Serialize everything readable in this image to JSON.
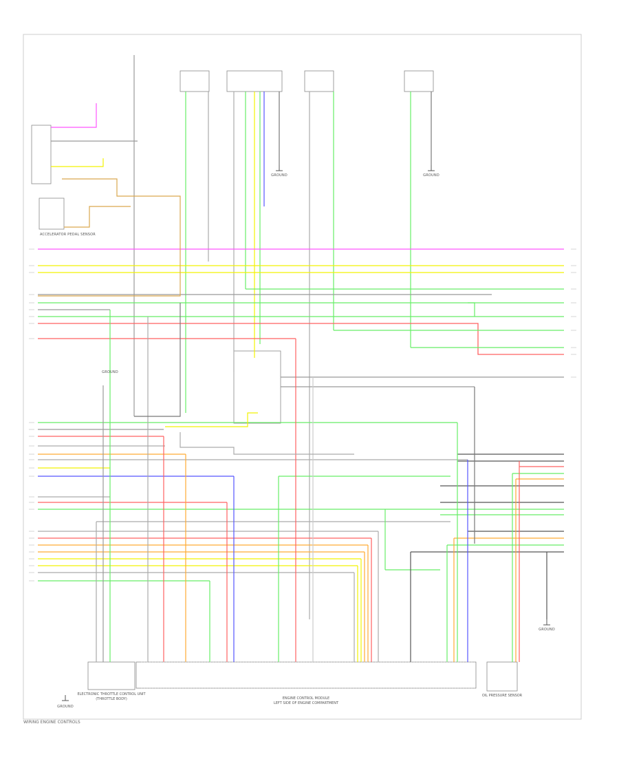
{
  "labels": {
    "ecm": "ENGINE CONTROL MODULE",
    "ecm_location": "LEFT SIDE OF ENGINE COMPARTMENT",
    "throttle_control": "ELECTRONIC THROTTLE CONTROL UNIT",
    "throttle_location": "(THROTTLE BODY)",
    "oil_sensor": "OIL PRESSURE SENSOR",
    "pedal_sensor": "ACCELERATOR PEDAL SENSOR",
    "ground_left": "GROUND",
    "ground_right": "GROUND",
    "ground_top1": "GROUND",
    "ground_top2": "GROUND",
    "ground_mid": "GROUND"
  },
  "footer": "WIRING  ENGINE CONTROLS",
  "colors": {
    "pink": "#ff55ff",
    "yellow": "#f2f200",
    "green": "#66ee66",
    "red": "#ff6060",
    "orange": "#ffaa33",
    "blue": "#5555ff",
    "gray": "#999999",
    "dark": "#555555",
    "lightgray": "#cccccc",
    "tan": "#d9a84d"
  }
}
